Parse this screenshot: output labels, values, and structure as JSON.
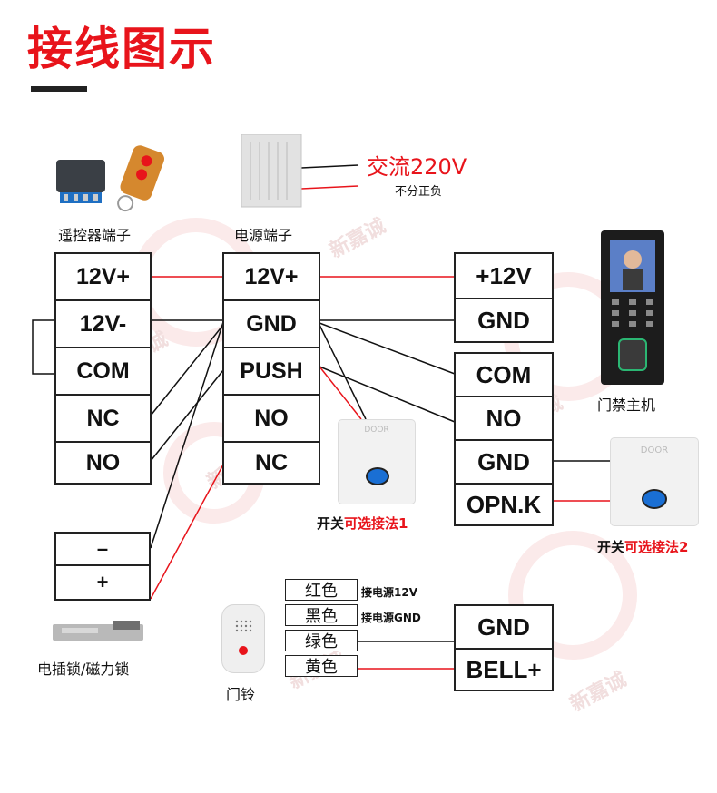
{
  "header": {
    "title": "接线图示"
  },
  "power_supply": {
    "label": "电源端子",
    "ac_input": "交流220V",
    "ac_note": "不分正负",
    "terminals": [
      "12V+",
      "GND",
      "PUSH",
      "NO",
      "NC"
    ]
  },
  "remote": {
    "label": "遥控器端子",
    "terminals": [
      "12V+",
      "12V-",
      "COM",
      "NC",
      "NO"
    ]
  },
  "lock": {
    "label": "电插锁/磁力锁",
    "terminals": [
      "–",
      "+"
    ]
  },
  "access_controller": {
    "label": "门禁主机",
    "terminals_top": [
      "+12V",
      "GND"
    ],
    "terminals_bottom": [
      "COM",
      "NO",
      "GND",
      "OPN.K"
    ]
  },
  "switch1": {
    "label_prefix": "开关",
    "label_option": "可选接法1",
    "device_text": "DOOR"
  },
  "switch2": {
    "label_prefix": "开关",
    "label_option": "可选接法2",
    "device_text": "DOOR"
  },
  "doorbell": {
    "label": "门铃",
    "wires": [
      "红色",
      "黑色",
      "绿色",
      "黄色"
    ],
    "notes": [
      "接电源12V",
      "接电源GND"
    ],
    "terminals": [
      "GND",
      "BELL+"
    ]
  },
  "watermark": "新嘉诚",
  "colors": {
    "red_wire": "#e8141b",
    "black_wire": "#111111",
    "title": "#e8141b"
  }
}
